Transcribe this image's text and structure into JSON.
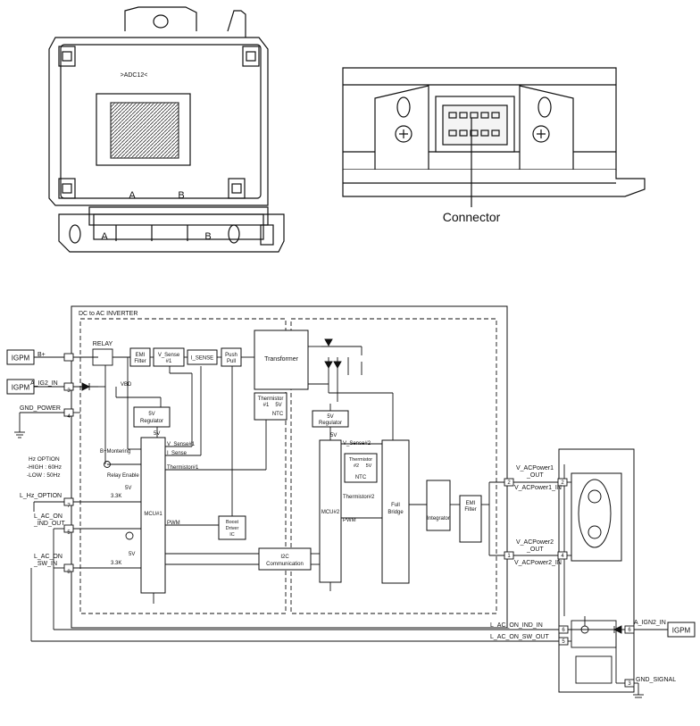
{
  "top": {
    "module_label": ">ADC12<",
    "pin_a_top": "A",
    "pin_b_top": "B",
    "pin_a_bottom": "A",
    "pin_b_bottom": "B",
    "connector_callout": "Connector"
  },
  "schematic": {
    "outer_title": "DC to AC INVERTER",
    "igpm_1": "IGPM",
    "igpm_2": "IGPM",
    "igpm_3": "IGPM",
    "b_plus": "B+",
    "a_ig2_in": "A_IG2_IN",
    "gnd_power": "GND_POWER",
    "relay": "RELAY",
    "vbd": "VBD",
    "emi_filter_line1": "EMI",
    "emi_filter_line2": "Filter",
    "v_sense1_line1": "V_Sense",
    "v_sense1_line2": "#1",
    "i_sense_box": "I_SENSE",
    "push_pull_line1": "Push",
    "push_pull_line2": "Pull",
    "transformer": "Transformer",
    "thermistor1_line1": "Thermistor",
    "thermistor1_line2": "#1",
    "ntc_1": "NTC",
    "five_v_1": "5V",
    "reg5v_a_line1": "5V",
    "reg5v_a_line2": "Regulator",
    "five_v_out_a": "5V",
    "b_monitoring": "B+Montering",
    "relay_enable": "Relay Enable",
    "v_sense1_sig": "V_Sense#1",
    "i_sense_sig": "I_Sense",
    "thermistor1_sig": "Thermistor#1",
    "hz_option_title": "Hz OPTION",
    "hz_high": "-HIGH : 60Hz",
    "hz_low": "-LOW : 50Hz",
    "l_hz_option": "L_Hz_OPTION",
    "l_ac_on_ind_out_line1": "L_AC_ON",
    "l_ac_on_ind_out_line2": "_IND_OUT",
    "l_ac_on_sw_in_line1": "L_AC_ON",
    "l_ac_on_sw_in_line2": "_SW_IN",
    "five_v_pullup_1": "5V",
    "five_v_pullup_2": "5V",
    "res_3k3_1": "3.3K",
    "res_3k3_2": "3.3K",
    "mcu1": "MCU#1",
    "pwm_1": "PWM",
    "boost_line1": "Boost",
    "boost_line2": "Driver",
    "boost_line3": "IC",
    "i2c_line1": "I2C",
    "i2c_line2": "Communication",
    "reg5v_b_line1": "5V",
    "reg5v_b_line2": "Regulator",
    "five_v_out_b": "5V",
    "v_sense2_sig": "V_Sense#2",
    "thermistor2_line1": "Thermistor",
    "thermistor2_line2": "#2",
    "ntc_2": "NTC",
    "five_v_2": "5V",
    "thermistor2_sig": "Thermistor#2",
    "mcu2": "MCU#2",
    "pwm_2": "PWM",
    "full_bridge_line1": "Full",
    "full_bridge_line2": "Bridge",
    "integrator": "Integrator",
    "emi2_line1": "EMI",
    "emi2_line2": "Filter",
    "v_acpower1_out_line1": "V_ACPower1",
    "v_acpower1_out_line2": "_OUT",
    "v_acpower1_in": "V_ACPower1_IN",
    "v_acpower2_out_line1": "V_ACPower2",
    "v_acpower2_out_line2": "_OUT",
    "v_acpower2_in": "V_ACPower2_IN",
    "l_ac_on_ind_in": "L_AC_ON_IND_IN",
    "l_ac_on_sw_out": "L_AC_ON_SW_OUT",
    "a_ign2_in": "A_IGN2_IN",
    "gnd_signal": "GND_SIGNAL",
    "pin_1": "1",
    "pin_2": "2",
    "pin_3": "3",
    "pin_4": "4",
    "pin_5": "5",
    "pin_6": "6",
    "pin_7": "7",
    "pin_8": "8"
  }
}
